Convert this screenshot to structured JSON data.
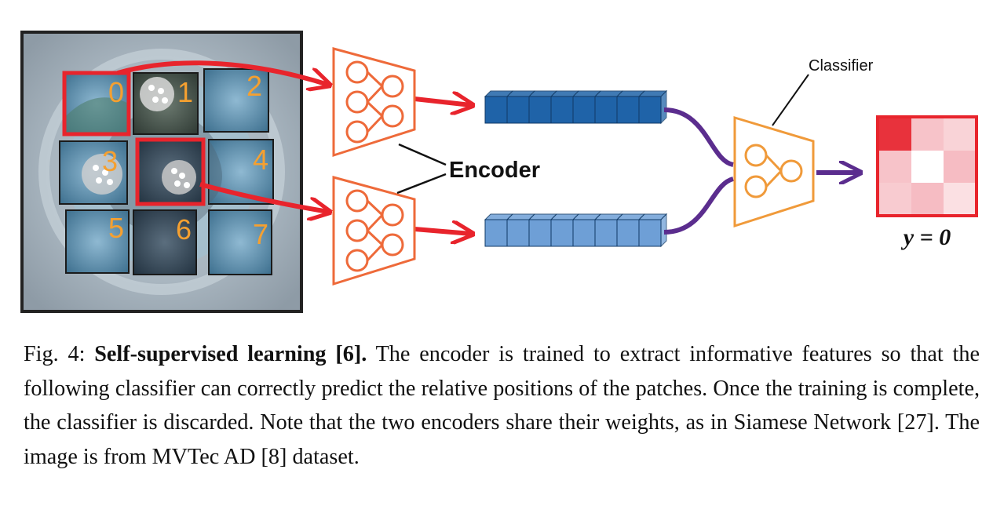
{
  "figure": {
    "patch_labels": [
      "0",
      "1",
      "2",
      "3",
      "4",
      "5",
      "6",
      "7"
    ],
    "encoder_label": "Encoder",
    "classifier_label": "Classifier",
    "output_label": "y = 0",
    "output_heatmap_colors": [
      [
        "#e8323c",
        "#f7c3c9",
        "#f9d3d7"
      ],
      [
        "#f7c3c9",
        "#ffffff",
        "#f6bcc3"
      ],
      [
        "#f8cbd0",
        "#f6bcc3",
        "#fbe0e3"
      ]
    ],
    "colors": {
      "highlight": "#e8242c",
      "encoder": "#ee6a3a",
      "classifier": "#f09a3a",
      "connector": "#5b2d8e",
      "feature_dark": "#1f63a8",
      "feature_light": "#6e9fd6",
      "patch_number": "#f5a030"
    }
  },
  "caption": {
    "label": "Fig. 4:",
    "title": "Self-supervised learning [6].",
    "body": "The encoder is trained to extract informative features so that the following classifier can correctly predict the relative positions of the patches. Once the training is complete, the classifier is discarded. Note that the two encoders share their weights, as in Siamese Network [27]. The image is from MVTec AD [8] dataset."
  }
}
